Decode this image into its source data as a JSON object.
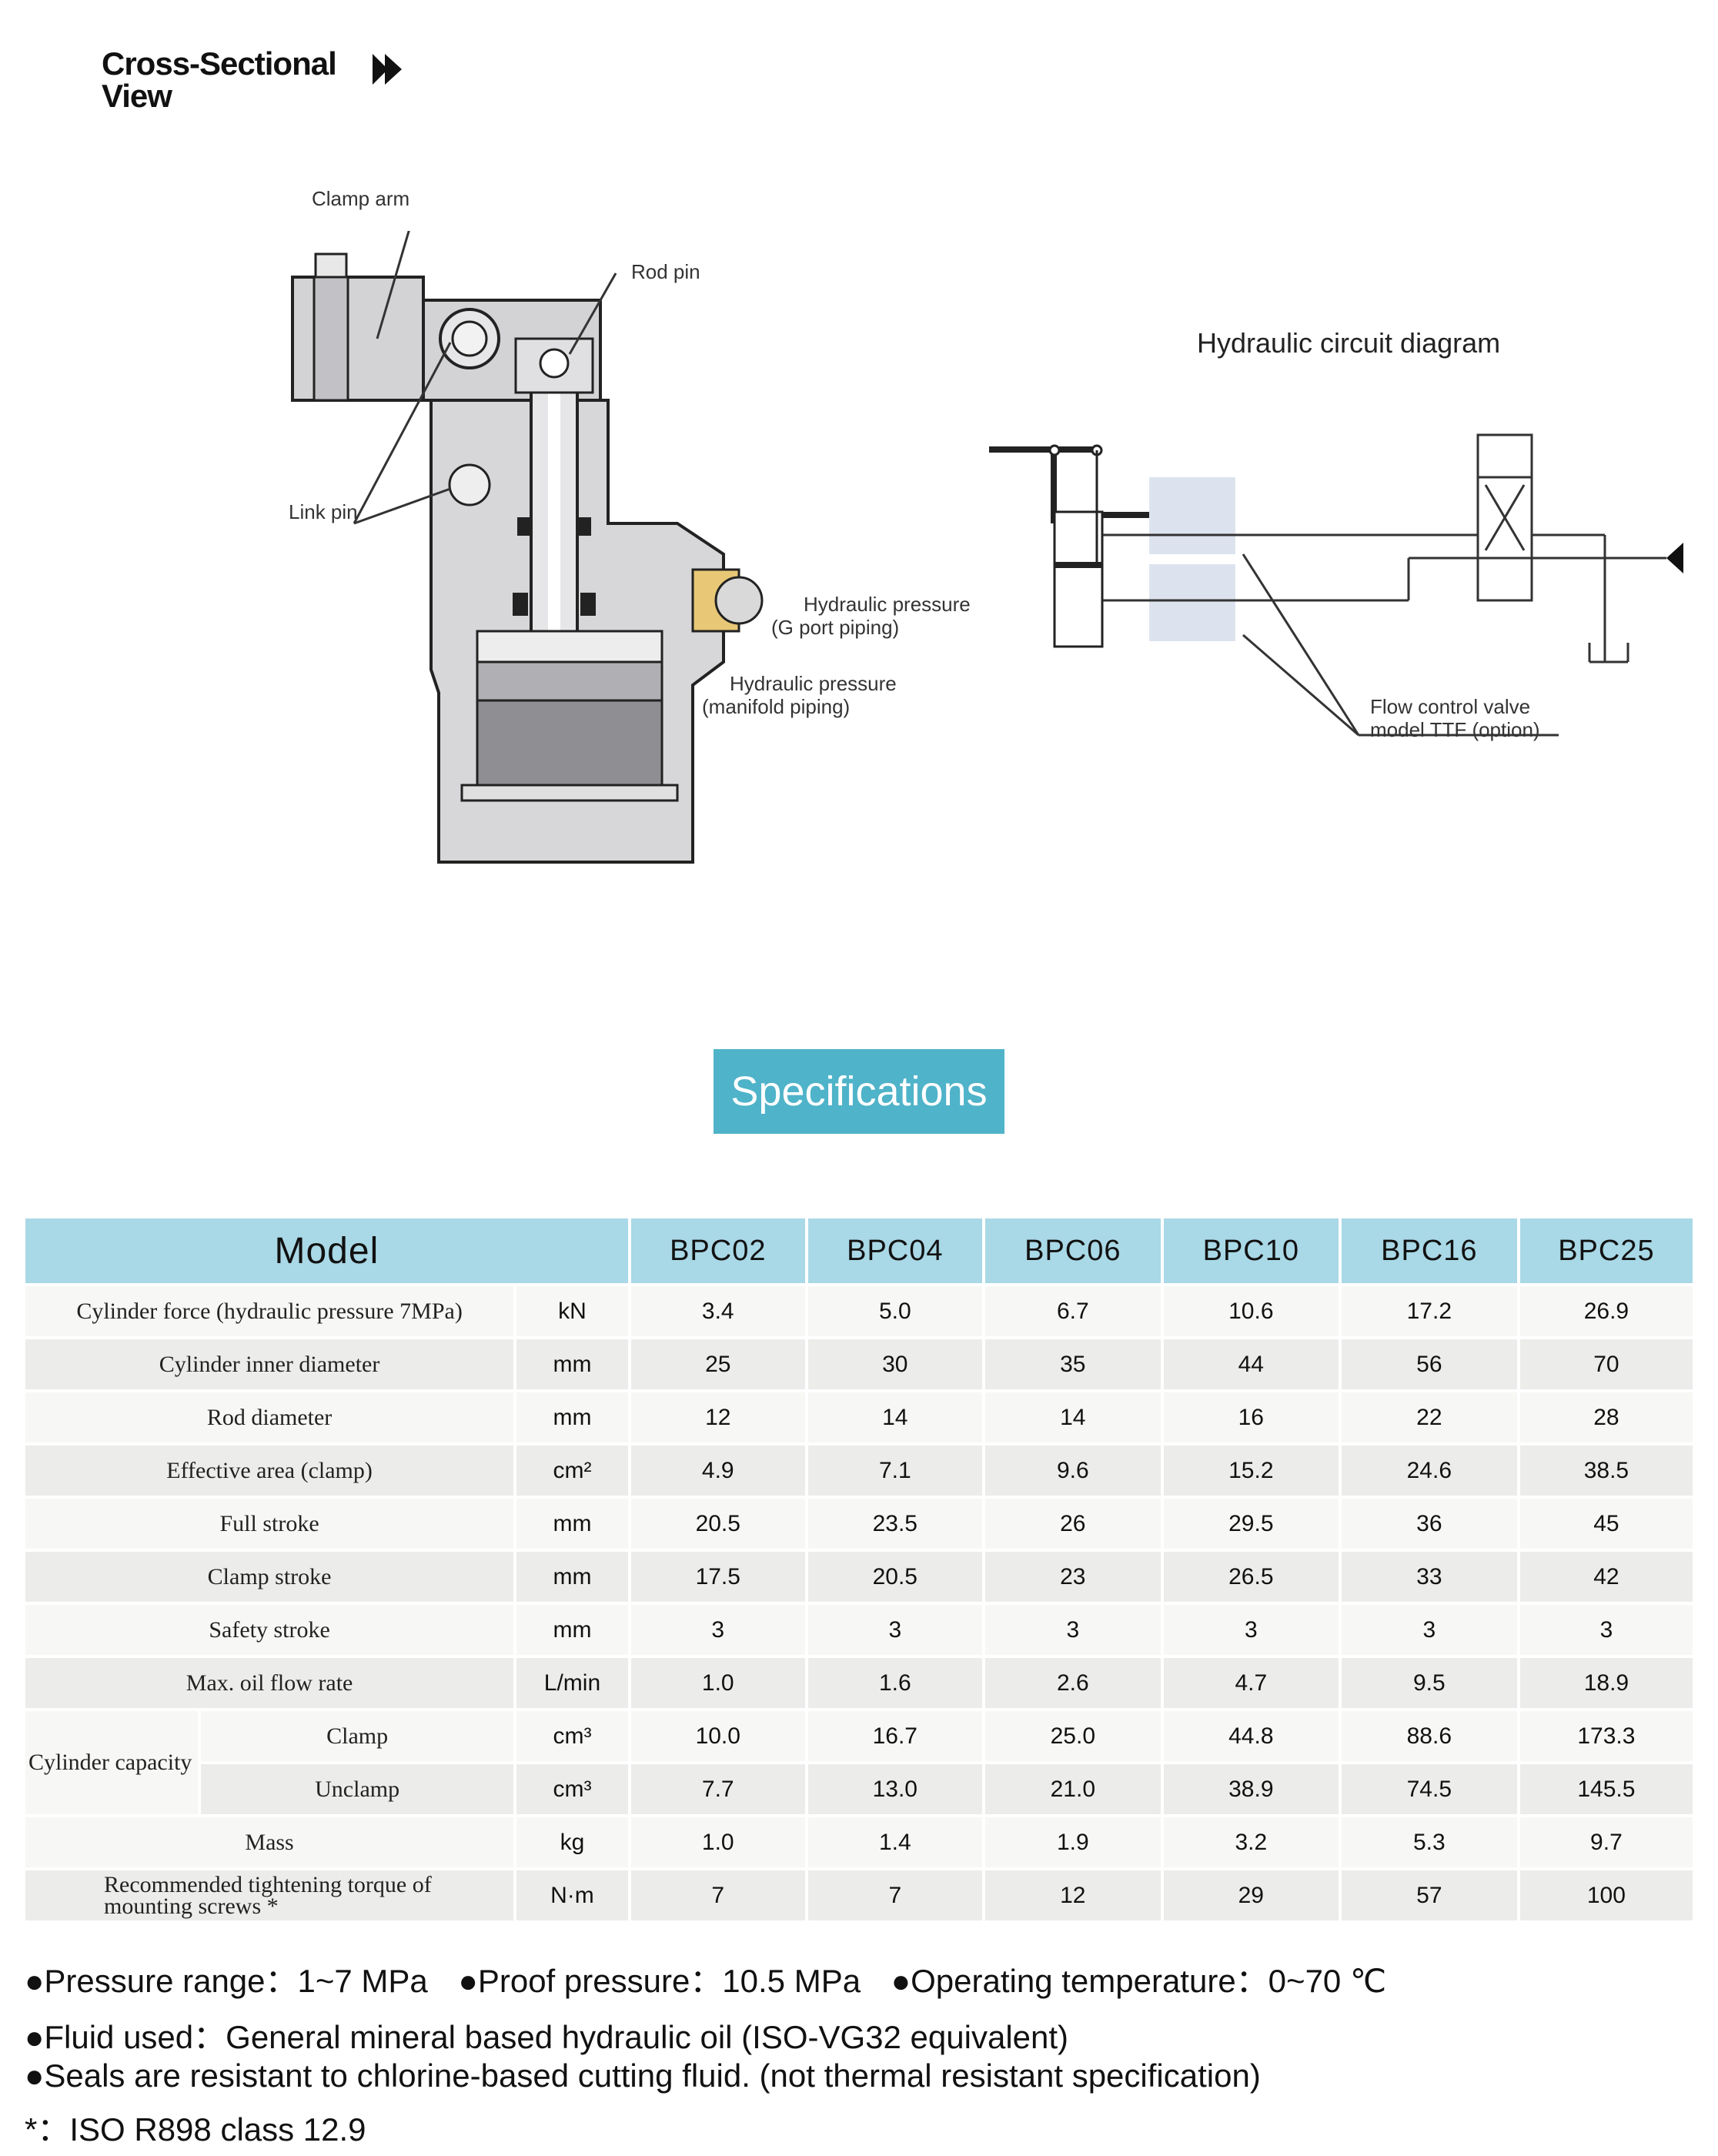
{
  "header": {
    "title_line1": "Cross-Sectional",
    "title_line2": "View"
  },
  "cross_section": {
    "labels": {
      "clamp_arm": "Clamp arm",
      "rod_pin": "Rod pin",
      "link_pin": "Link pin",
      "hyd_g_line1": "Hydraulic pressure",
      "hyd_g_line2": "(G port piping)",
      "hyd_m_line1": "Hydraulic pressure",
      "hyd_m_line2": "(manifold piping)"
    }
  },
  "circuit": {
    "title": "Hydraulic circuit diagram",
    "flow_line1": "Flow control valve",
    "flow_line2": "model TTF (option)"
  },
  "specs": {
    "banner": "Specifications",
    "model_header": "Model",
    "models": [
      "BPC02",
      "BPC04",
      "BPC06",
      "BPC10",
      "BPC16",
      "BPC25"
    ],
    "rows": [
      {
        "param": "Cylinder force (hydraulic pressure 7MPa)",
        "unit": "kN",
        "values": [
          "3.4",
          "5.0",
          "6.7",
          "10.6",
          "17.2",
          "26.9"
        ]
      },
      {
        "param": "Cylinder inner diameter",
        "unit": "mm",
        "values": [
          "25",
          "30",
          "35",
          "44",
          "56",
          "70"
        ]
      },
      {
        "param": "Rod diameter",
        "unit": "mm",
        "values": [
          "12",
          "14",
          "14",
          "16",
          "22",
          "28"
        ]
      },
      {
        "param": "Effective area (clamp)",
        "unit": "cm²",
        "values": [
          "4.9",
          "7.1",
          "9.6",
          "15.2",
          "24.6",
          "38.5"
        ]
      },
      {
        "param": "Full stroke",
        "unit": "mm",
        "values": [
          "20.5",
          "23.5",
          "26",
          "29.5",
          "36",
          "45"
        ]
      },
      {
        "param": "Clamp stroke",
        "unit": "mm",
        "values": [
          "17.5",
          "20.5",
          "23",
          "26.5",
          "33",
          "42"
        ]
      },
      {
        "param": "Safety stroke",
        "unit": "mm",
        "values": [
          "3",
          "3",
          "3",
          "3",
          "3",
          "3"
        ]
      },
      {
        "param": "Max. oil flow rate",
        "unit": "L/min",
        "values": [
          "1.0",
          "1.6",
          "2.6",
          "4.7",
          "9.5",
          "18.9"
        ]
      }
    ],
    "capacity": {
      "group": "Cylinder capacity",
      "clamp": {
        "param": "Clamp",
        "unit": "cm³",
        "values": [
          "10.0",
          "16.7",
          "25.0",
          "44.8",
          "88.6",
          "173.3"
        ]
      },
      "unclamp": {
        "param": "Unclamp",
        "unit": "cm³",
        "values": [
          "7.7",
          "13.0",
          "21.0",
          "38.9",
          "74.5",
          "145.5"
        ]
      }
    },
    "mass": {
      "param": "Mass",
      "unit": "kg",
      "values": [
        "1.0",
        "1.4",
        "1.9",
        "3.2",
        "5.3",
        "9.7"
      ]
    },
    "torque": {
      "param_line1": "Recommended tightening torque of",
      "param_line2": "mounting screws *",
      "unit": "N·m",
      "values": [
        "7",
        "7",
        "12",
        "29",
        "57",
        "100"
      ]
    }
  },
  "notes": {
    "line1_a": "●Pressure range：1~7 MPa",
    "line1_b": "●Proof pressure：10.5 MPa",
    "line1_c": "●Operating temperature：0~70 ℃",
    "line2": "●Fluid used：General mineral based hydraulic oil (ISO-VG32 equivalent)",
    "line3": "●Seals are resistant to chlorine-based cutting fluid. (not thermal resistant specification)",
    "line4": "*：ISO R898 class 12.9"
  }
}
